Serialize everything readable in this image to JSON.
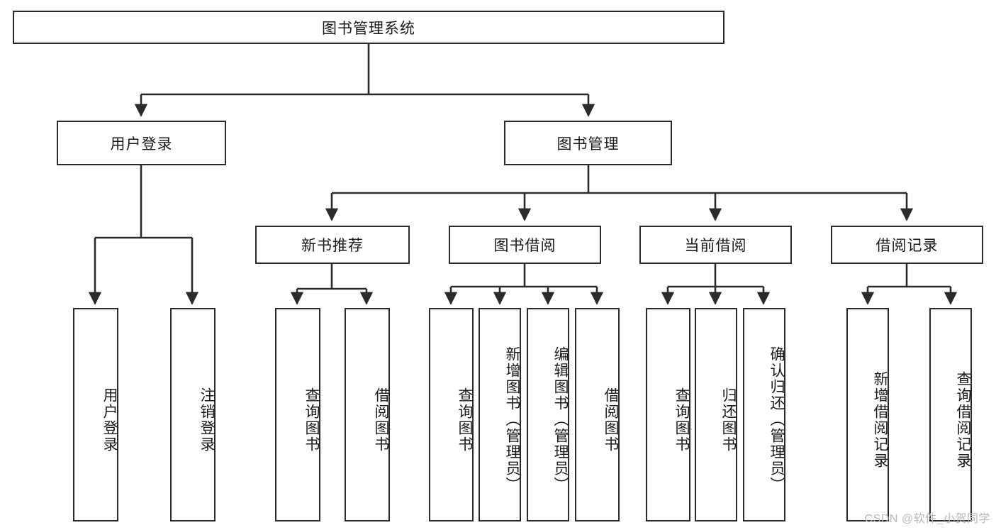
{
  "diagram": {
    "type": "tree-hierarchy",
    "title": "图书管理系统",
    "root": {
      "id": "root",
      "label": "图书管理系统"
    },
    "level2": [
      {
        "id": "user-login",
        "label": "用户登录"
      },
      {
        "id": "book-manage",
        "label": "图书管理"
      }
    ],
    "level3": [
      {
        "id": "new-book-rec",
        "label": "新书推荐"
      },
      {
        "id": "book-borrow",
        "label": "图书借阅"
      },
      {
        "id": "current-borrow",
        "label": "当前借阅"
      },
      {
        "id": "borrow-record",
        "label": "借阅记录"
      }
    ],
    "leaves": {
      "user_login": [
        {
          "id": "leaf-user-login",
          "label": "用户登录"
        },
        {
          "id": "leaf-logout",
          "label": "注销登录"
        }
      ],
      "new_book_rec": [
        {
          "id": "leaf-query-book-1",
          "label": "查询图书"
        },
        {
          "id": "leaf-borrow-book-1",
          "label": "借阅图书"
        }
      ],
      "book_borrow": [
        {
          "id": "leaf-query-book-2",
          "label": "查询图书"
        },
        {
          "id": "leaf-add-book",
          "label": "新增图书（管理员）"
        },
        {
          "id": "leaf-edit-book",
          "label": "编辑图书（管理员）"
        },
        {
          "id": "leaf-borrow-book-2",
          "label": "借阅图书"
        }
      ],
      "current_borrow": [
        {
          "id": "leaf-query-book-3",
          "label": "查询图书"
        },
        {
          "id": "leaf-return-book",
          "label": "归还图书"
        },
        {
          "id": "leaf-confirm-return",
          "label": "确认归还（管理员）"
        }
      ],
      "borrow_record": [
        {
          "id": "leaf-add-record",
          "label": "新增借阅记录"
        },
        {
          "id": "leaf-query-record",
          "label": "查询借阅记录"
        }
      ]
    }
  },
  "watermark": {
    "text": "CSDN @软件_小贺同学"
  },
  "colors": {
    "stroke": "#2b2b2b",
    "background": "#ffffff",
    "text": "#1a1a1a",
    "watermark": "#b9b9b9"
  }
}
